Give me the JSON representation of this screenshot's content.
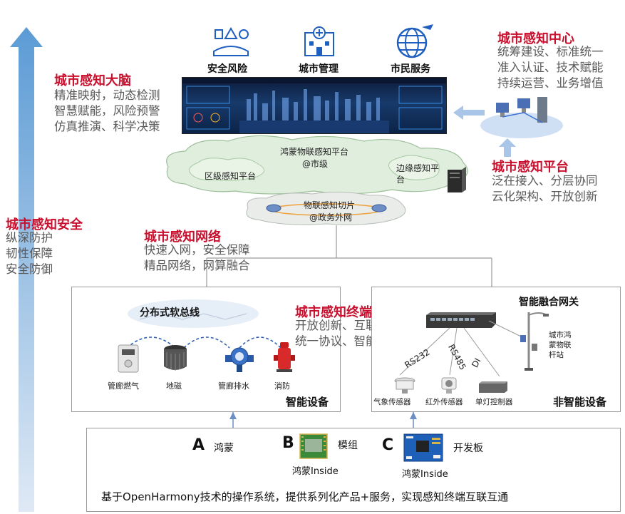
{
  "services": {
    "safety": "安全风险",
    "city_mgmt": "城市管理",
    "citizen": "市民服务"
  },
  "brain": {
    "title": "城市感知大脑",
    "lines": [
      "精准映射，动态检测",
      "智慧赋能，风险预警",
      "仿真推演、科学决策"
    ]
  },
  "center": {
    "title": "城市感知中心",
    "lines": [
      "统筹建设、标准统一",
      "准入认证、技术赋能",
      "持续运营、业务增值"
    ]
  },
  "platform": {
    "title": "城市感知平台",
    "lines": [
      "泛在接入、分层协同",
      "云化架构、开放创新"
    ]
  },
  "cloud": {
    "main": "鸿蒙物联感知平台",
    "main_sub": "@市级",
    "district": "区级感知平台",
    "edge": "边缘感知平台"
  },
  "slice": {
    "title": "物联感知切片",
    "sub": "@政务外网"
  },
  "security": {
    "title": "城市感知安全",
    "lines": [
      "纵深防护",
      "韧性保障",
      "安全防御"
    ]
  },
  "network": {
    "title": "城市感知网络",
    "lines": [
      "快速入网，安全保障",
      "精品网络，网算融合"
    ]
  },
  "terminal": {
    "title": "城市感知终端",
    "lines": [
      "开放创新、互联互通",
      "统一协议、智能联动"
    ]
  },
  "smart": {
    "bus": "分布式软总线",
    "devices": [
      "管廊燃气",
      "地磁",
      "管廊排水",
      "消防"
    ],
    "label": "智能设备"
  },
  "nonsmart": {
    "gateway": "智能融合网关",
    "pole": "城市鸿蒙物联杆站",
    "links": [
      "RS232",
      "RS485",
      "DI"
    ],
    "sensors": [
      "气象传感器",
      "红外传感器",
      "单灯控制器"
    ],
    "label": "非智能设备"
  },
  "bottom": {
    "a_letter": "A",
    "a_text": "鸿蒙",
    "b_letter": "B",
    "b_text": "模组",
    "b_inside": "鸿蒙Inside",
    "c_letter": "C",
    "c_text": "开发板",
    "c_inside": "鸿蒙Inside",
    "footer": "基于OpenHarmony技术的操作系统，提供系列化产品+服务，实现感知终端互联互通"
  },
  "colors": {
    "accent_red": "#c8102e",
    "arrow_blue": "#a9c6e8",
    "icon_blue": "#1f5fbf"
  }
}
